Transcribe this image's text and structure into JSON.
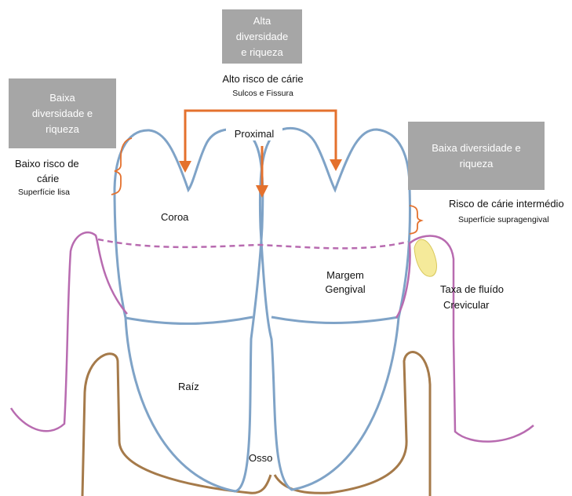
{
  "boxes": {
    "top": [
      "Alta",
      "diversidade",
      "e riqueza"
    ],
    "left": [
      "Baixa",
      "diversidade e",
      "riqueza"
    ],
    "right": [
      "Baixa diversidade e",
      "riqueza"
    ]
  },
  "labels": {
    "high_risk": "Alto risco de cárie",
    "high_risk_sub": "Sulcos e Fissura",
    "proximal": "Proximal",
    "low_risk_line1": "Baixo risco de",
    "low_risk_line2": "cárie",
    "low_risk_sub": "Superfície lisa",
    "mid_risk": "Risco de cárie intermédio",
    "mid_risk_sub": "Superfície supragengival",
    "crown": "Coroa",
    "gingival_line1": "Margem",
    "gingival_line2": "Gengival",
    "fluid_line1": "Taxa de fluído",
    "fluid_line2": "Crevicular",
    "root": "Raíz",
    "bone": "Osso"
  },
  "colors": {
    "tooth": "#7fa3c7",
    "gum": "#b86bb0",
    "bone": "#a57a4a",
    "arrow": "#e4712d",
    "box": "#a6a6a6",
    "bracket": "#e4712d",
    "fluid": "#f5ea9a"
  }
}
